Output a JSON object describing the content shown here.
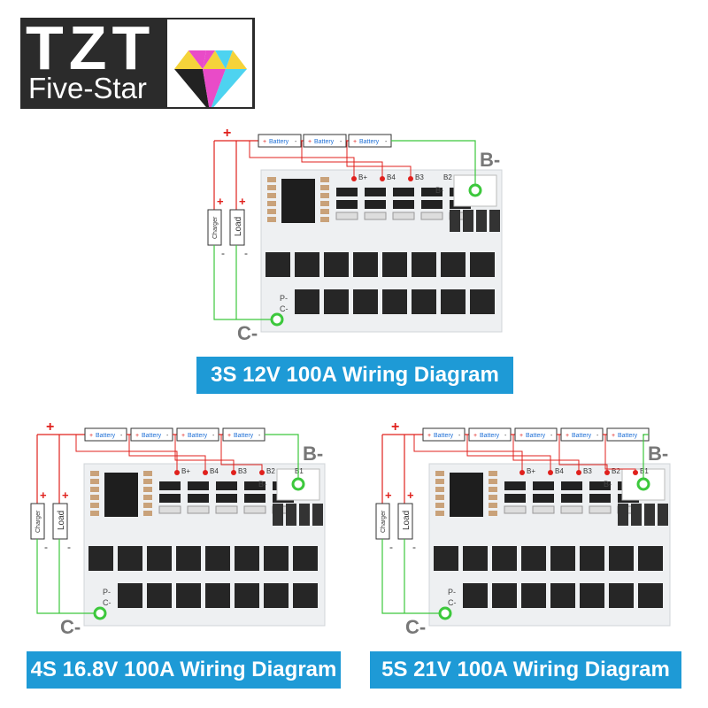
{
  "logo": {
    "line1": "TZT",
    "line2": "Five-Star"
  },
  "colors": {
    "positive_wire": "#e0201c",
    "negative_wire": "#3cc83c",
    "caption_bg": "#1e9ad6",
    "board": "#eef0f2",
    "mosfet": "#262626"
  },
  "labels": {
    "plus": "+",
    "minus": "-",
    "battery": "Battery",
    "charger": "Charger",
    "load": "Load",
    "b_minus": "B-",
    "c_minus": "C-",
    "p_minus_pad": "P-",
    "c_minus_pad": "C-",
    "b_minus_pad": "B-"
  },
  "pads": [
    "B+",
    "B4",
    "B3",
    "B2",
    "B1"
  ],
  "panels": [
    {
      "id": "3s",
      "cells": 3,
      "caption": "3S 12V 100A Wiring Diagram"
    },
    {
      "id": "4s",
      "cells": 4,
      "caption": "4S 16.8V 100A Wiring Diagram"
    },
    {
      "id": "5s",
      "cells": 5,
      "caption": "5S 21V 100A Wiring Diagram"
    }
  ]
}
